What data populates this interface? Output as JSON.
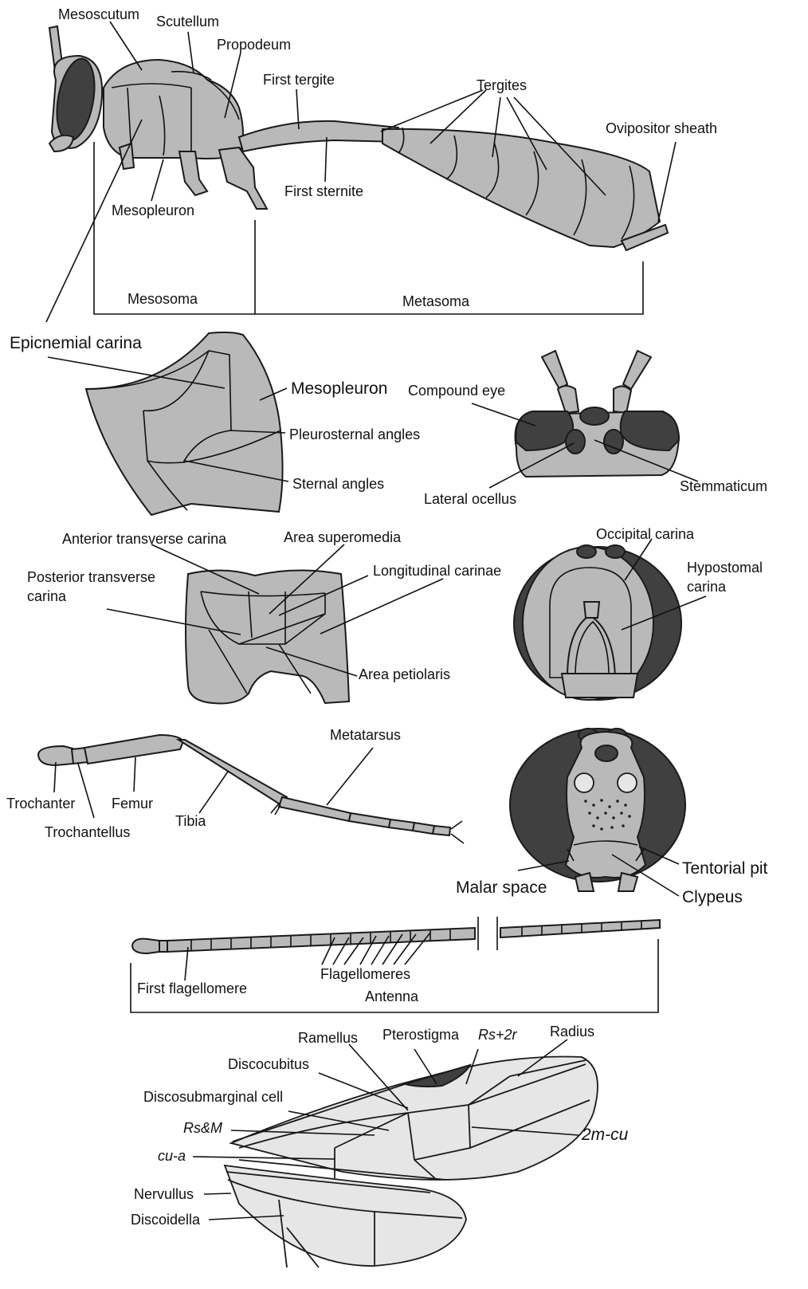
{
  "labels": {
    "mesoscutum": "Mesoscutum",
    "scutellum": "Scutellum",
    "propodeum": "Propodeum",
    "first_tergite": "First tergite",
    "tergites": "Tergites",
    "ovipositor_sheath": "Ovipositor sheath",
    "first_sternite": "First sternite",
    "mesopleuron_top": "Mesopleuron",
    "mesosoma": "Mesosoma",
    "metasoma": "Metasoma",
    "epicnemial_carina": "Epicnemial carina",
    "mesopleuron_detail": "Mesopleuron",
    "pleurosternal_angles": "Pleurosternal angles",
    "sternal_angles": "Sternal angles",
    "compound_eye": "Compound eye",
    "lateral_ocellus": "Lateral ocellus",
    "stemmaticum": "Stemmaticum",
    "anterior_transverse_carina": "Anterior transverse carina",
    "area_superomedia": "Area superomedia",
    "posterior_transverse_carina_1": "Posterior transverse",
    "posterior_transverse_carina_2": "carina",
    "longitudinal_carinae": "Longitudinal carinae",
    "area_petiolaris": "Area petiolaris",
    "occipital_carina": "Occipital carina",
    "hypostomal_carina_1": "Hypostomal",
    "hypostomal_carina_2": "carina",
    "metatarsus": "Metatarsus",
    "trochanter": "Trochanter",
    "femur": "Femur",
    "tibia": "Tibia",
    "trochantellus": "Trochantellus",
    "tentorial_pit": "Tentorial pit",
    "malar_space": "Malar space",
    "clypeus": "Clypeus",
    "first_flagellomere": "First flagellomere",
    "flagellomeres": "Flagellomeres",
    "antenna": "Antenna",
    "ramellus": "Ramellus",
    "pterostigma": "Pterostigma",
    "rs_2r": "Rs+2r",
    "radius": "Radius",
    "discocubitus": "Discocubitus",
    "discosubmarginal_cell": "Discosubmarginal cell",
    "rs_m": "Rs&M",
    "m2_cu": "2m-cu",
    "cu_a": "cu-a",
    "nervullus": "Nervullus",
    "discoidella": "Discoidella"
  },
  "colors": {
    "body_fill": "#b9b9b9",
    "wing_fill": "#e6e6e6",
    "dark_fill": "#404040",
    "outline": "#1a1a1a"
  }
}
